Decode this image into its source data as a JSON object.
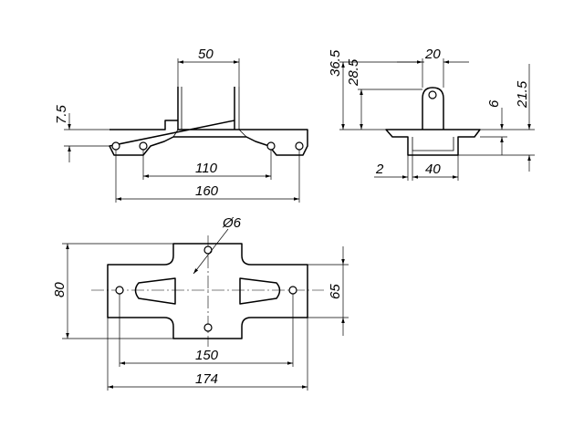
{
  "drawing": {
    "front_view": {
      "dims": {
        "top_width": "50",
        "height_left": "7.5",
        "hole_spacing_inner": "110",
        "overall_width": "160"
      }
    },
    "side_view": {
      "dims": {
        "height_total": "36.5",
        "height_pivot": "28.5",
        "lug_width": "20",
        "height_right": "21.5",
        "thickness": "6",
        "flange": "2",
        "base_width": "40"
      }
    },
    "plan_view": {
      "dims": {
        "hole_diameter": "Ø6",
        "height_outer": "80",
        "height_inner": "65",
        "hole_spacing": "150",
        "overall_length": "174"
      }
    }
  }
}
